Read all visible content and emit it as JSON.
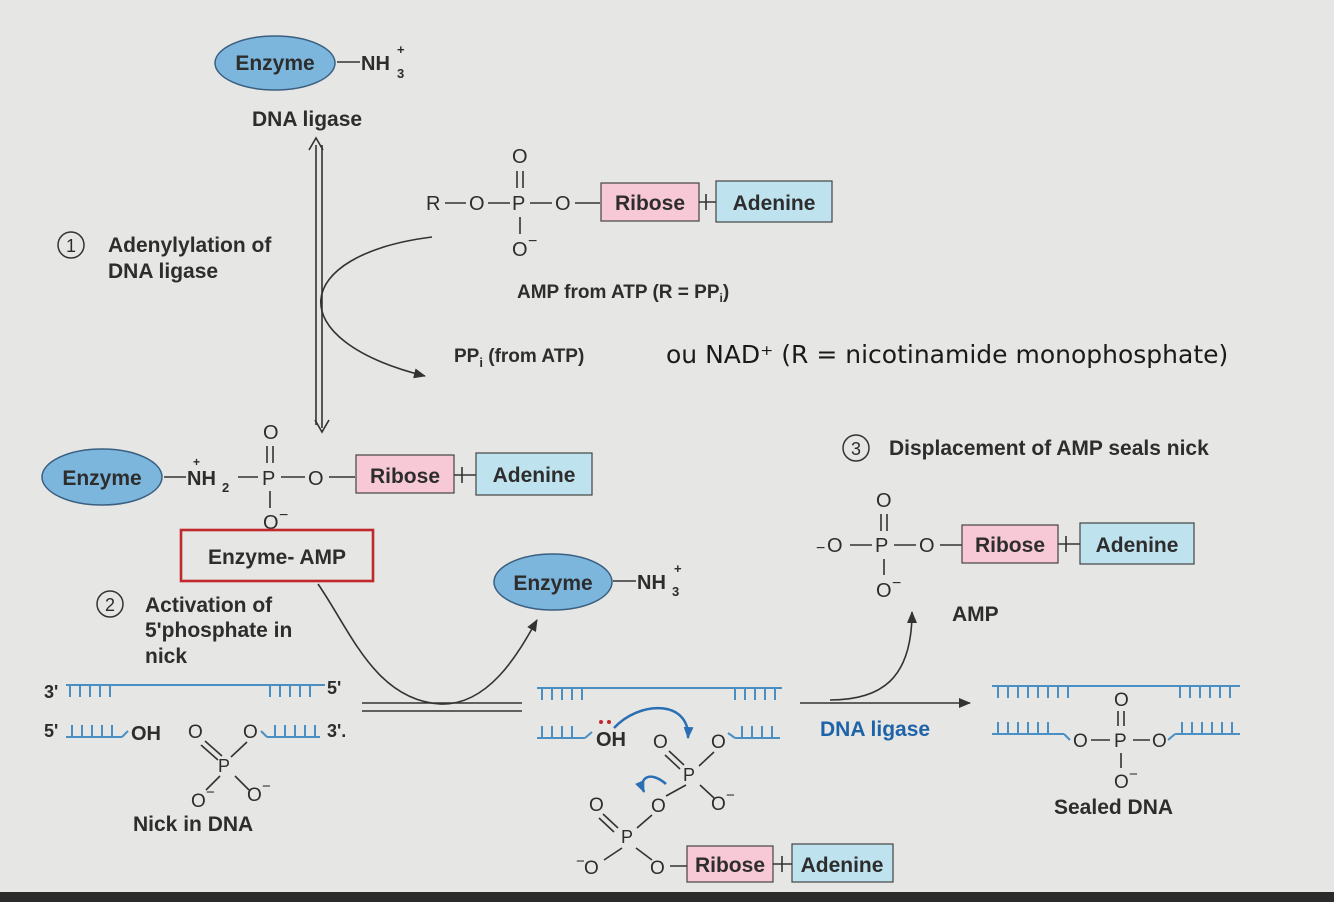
{
  "colors": {
    "background": "#e6e6e4",
    "enzyme": "#7db6dd",
    "ribose": "#f7c9d6",
    "adenine": "#bfe3ee",
    "dna_strand": "#4a8fc4",
    "highlight_box": "#c0292b",
    "ligase_label": "#1e63a8"
  },
  "labels": {
    "enzyme": "Enzyme",
    "nh3": "NH",
    "nh3_sub": "3",
    "nh3_sup": "+",
    "nh2": "NH",
    "nh2_sub": "2",
    "dna_ligase_top": "DNA ligase",
    "ribose": "Ribose",
    "adenine": "Adenine",
    "phosphorus": "P",
    "oxygen": "O",
    "oxygen_minus": "O",
    "minus": "−",
    "r_group": "R",
    "oh": "OH",
    "amp_from_atp": "AMP from ATP (R = PP",
    "amp_from_atp_sub": "i",
    "amp_from_atp_end": ")",
    "ppi": "PP",
    "ppi_sub": "i",
    "ppi_rest": " (from ATP)",
    "nad_note": "ou NAD⁺ (R = nicotinamide monophosphate)",
    "enzyme_amp": "Enzyme- AMP",
    "amp": "AMP",
    "dna_ligase_mid": "DNA ligase",
    "nick_in_dna": "Nick in DNA",
    "sealed_dna": "Sealed DNA",
    "three_prime": "3'",
    "five_prime": "5'",
    "three_prime_dot": "3'."
  },
  "steps": [
    {
      "number": "1",
      "line1": "Adenylylation of",
      "line2": "DNA ligase",
      "line3": ""
    },
    {
      "number": "2",
      "line1": "Activation of",
      "line2": "5'phosphate in",
      "line3": "nick"
    },
    {
      "number": "3",
      "line1": "Displacement of AMP seals nick",
      "line2": "",
      "line3": ""
    }
  ]
}
